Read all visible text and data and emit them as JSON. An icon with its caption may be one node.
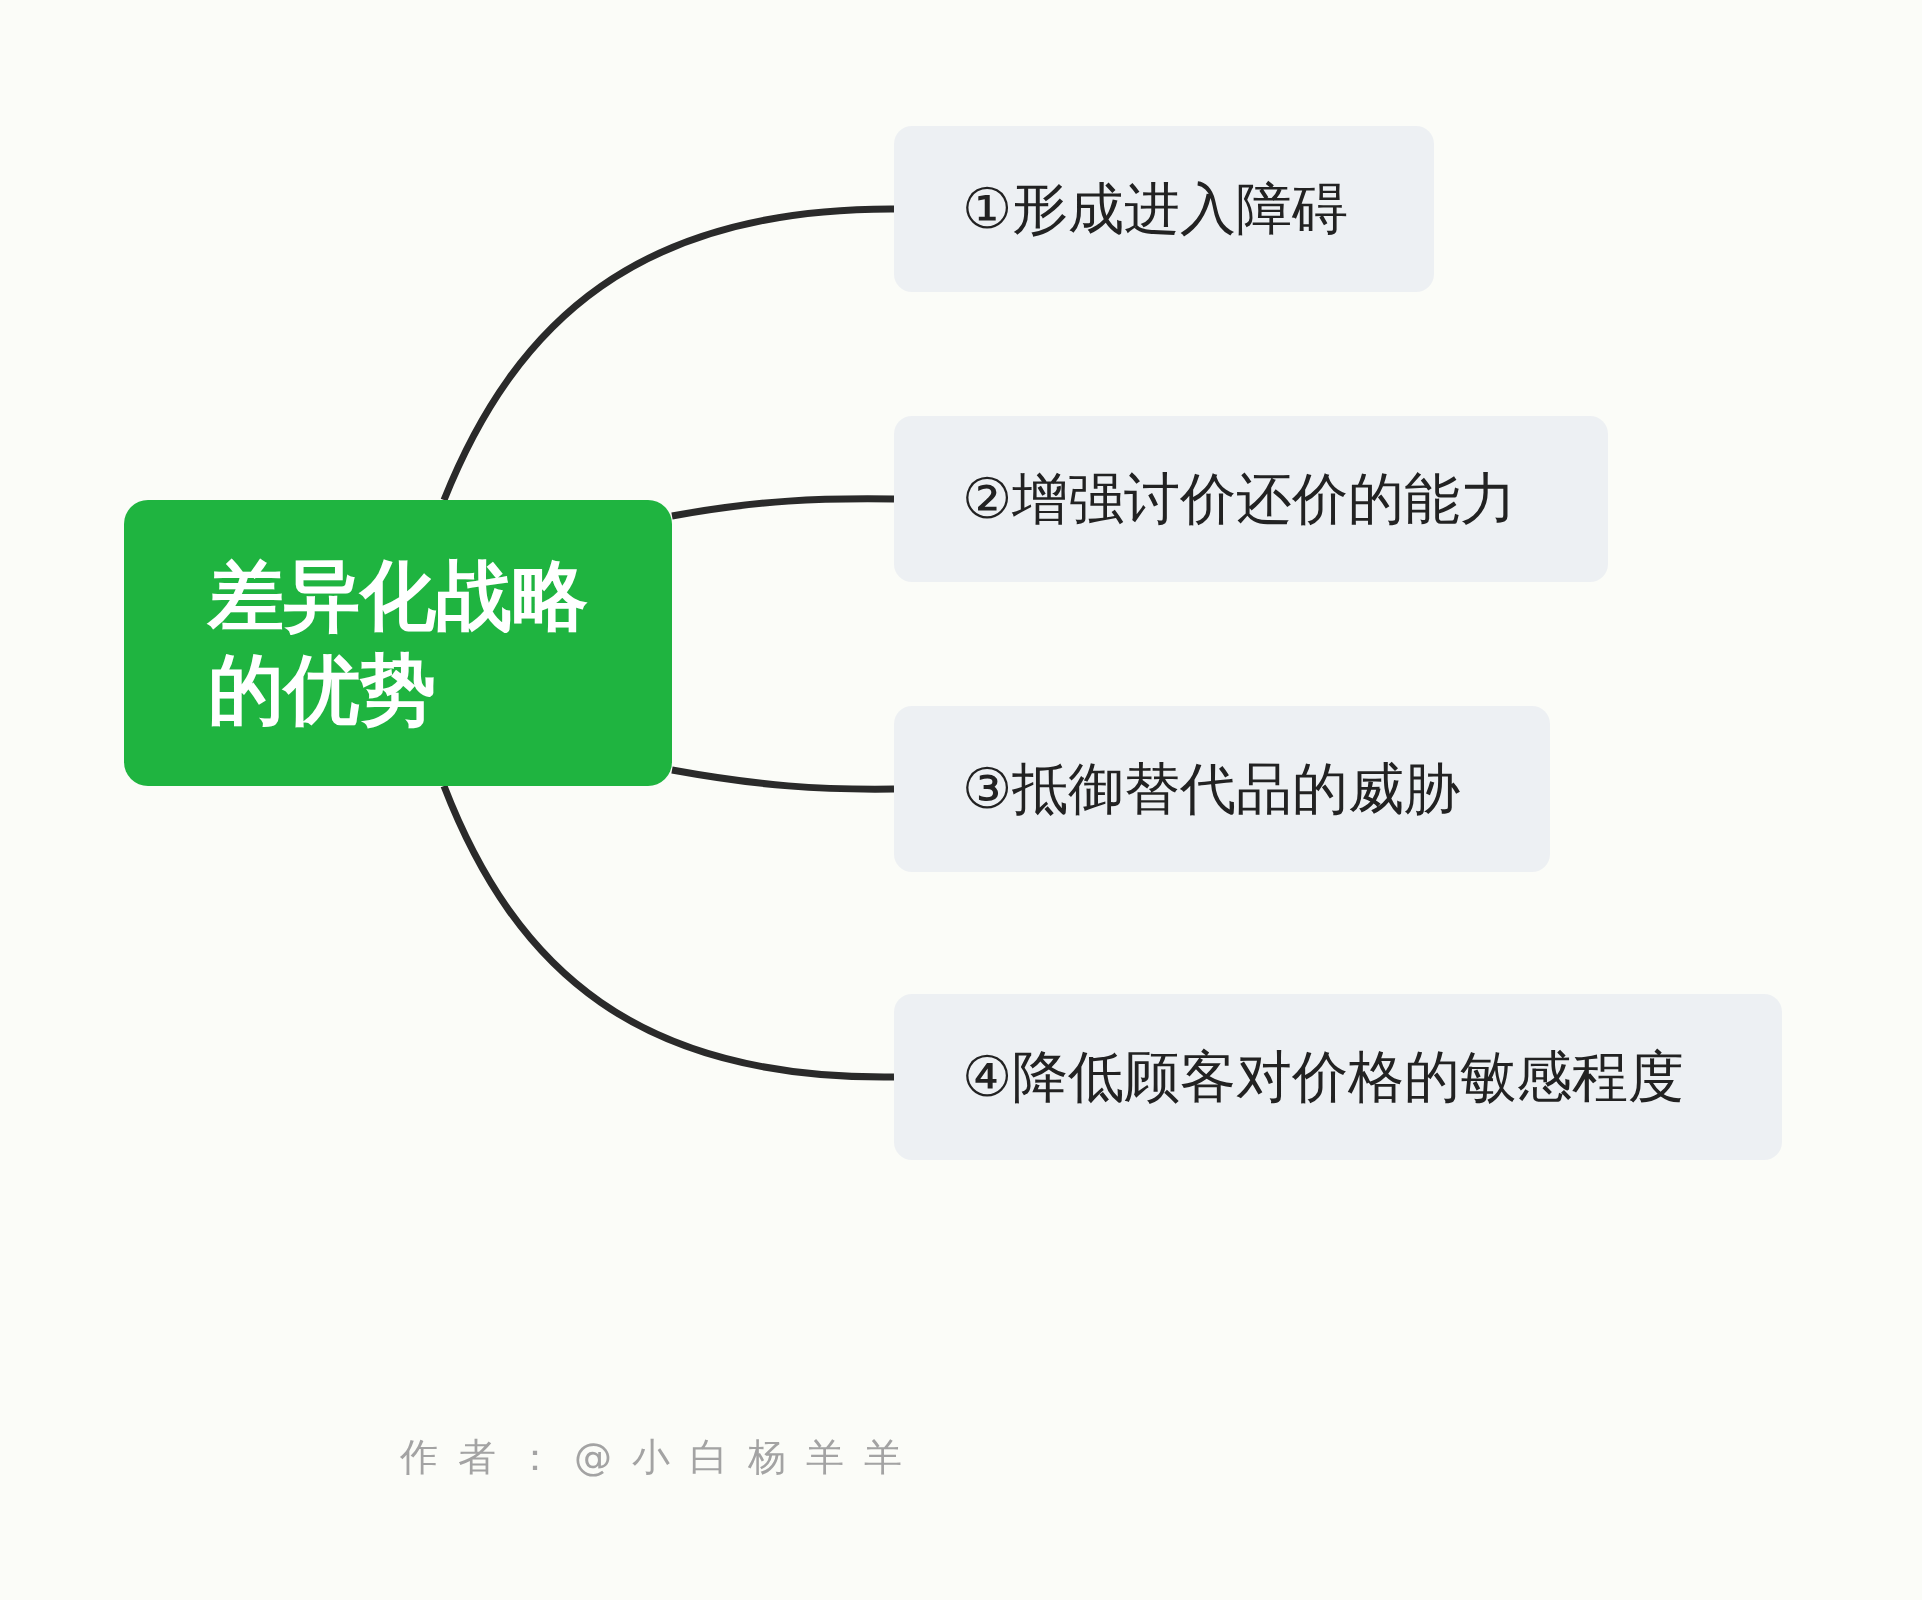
{
  "diagram": {
    "nodes": [
      {
        "text": [
          "差异化战略的优势"
        ]
      },
      {
        "text": [
          "①形成进入障碍"
        ]
      },
      {
        "text": [
          "②增强讨价还价的能力"
        ]
      },
      {
        "text": [
          "③抵御替代品的威胁"
        ]
      },
      {
        "text": [
          "④降低顾客对价格的敏感程度"
        ]
      }
    ],
    "edges": [
      {
        "from": 0,
        "to": 1,
        "arrow": "none"
      },
      {
        "from": 0,
        "to": 2,
        "arrow": "none"
      },
      {
        "from": 0,
        "to": 3,
        "arrow": "none"
      },
      {
        "from": 0,
        "to": 4,
        "arrow": "none"
      }
    ],
    "labels": [
      "作者：@小白杨羊羊"
    ]
  }
}
